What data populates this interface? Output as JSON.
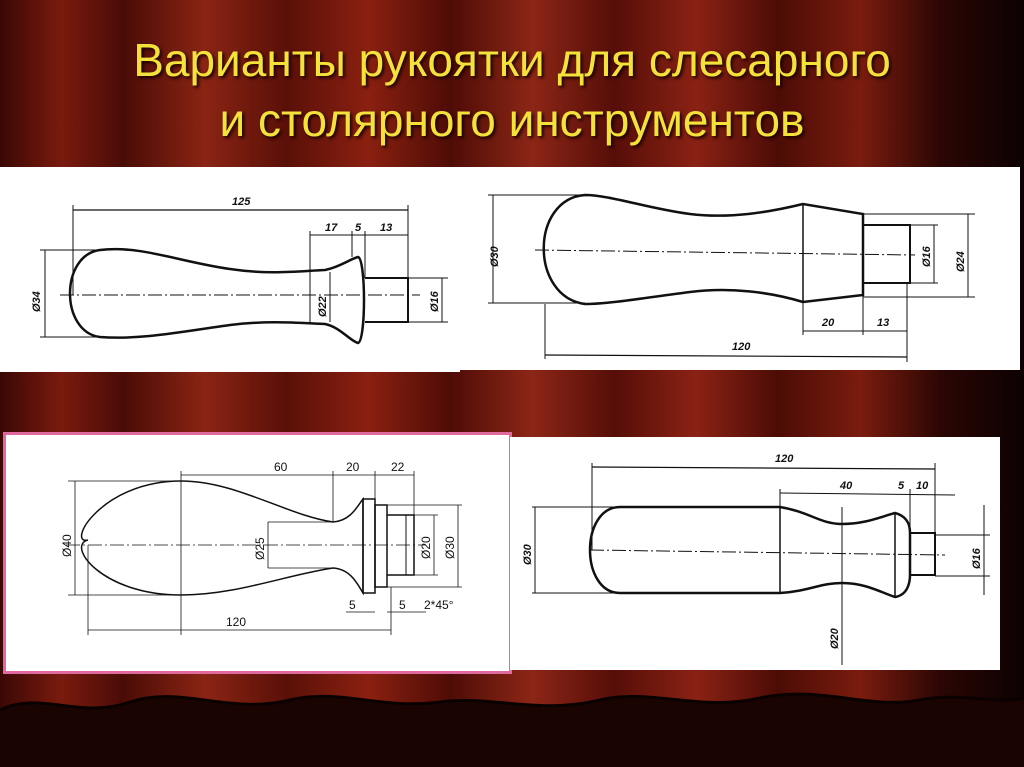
{
  "title": {
    "line1": "Варианты рукоятки для слесарного",
    "line2": "и столярного инструментов"
  },
  "colors": {
    "title": "#f2e23a",
    "highlight_border": "#e06aa0"
  },
  "drawing1": {
    "overall": "125",
    "d1": "17",
    "d2": "5",
    "d3": "13",
    "dia_body": "Ø34",
    "dia_neck": "Ø22",
    "dia_pin": "Ø16"
  },
  "drawing2": {
    "dia_body": "Ø30",
    "dia_pin": "Ø16",
    "dia_collar": "Ø24",
    "d1": "20",
    "d2": "13",
    "overall": "120"
  },
  "drawing3": {
    "d1": "60",
    "d2": "20",
    "d3": "22",
    "dia_body": "Ø40",
    "dia_neck": "Ø25",
    "dia_pin": "Ø20",
    "dia_ring": "Ø30",
    "d4": "5",
    "d5": "5",
    "chamfer": "2*45°",
    "overall": "120"
  },
  "drawing4": {
    "overall": "120",
    "d1": "40",
    "d2": "5",
    "d3": "10",
    "dia_body": "Ø30",
    "dia_neck": "Ø20",
    "dia_pin": "Ø16"
  }
}
